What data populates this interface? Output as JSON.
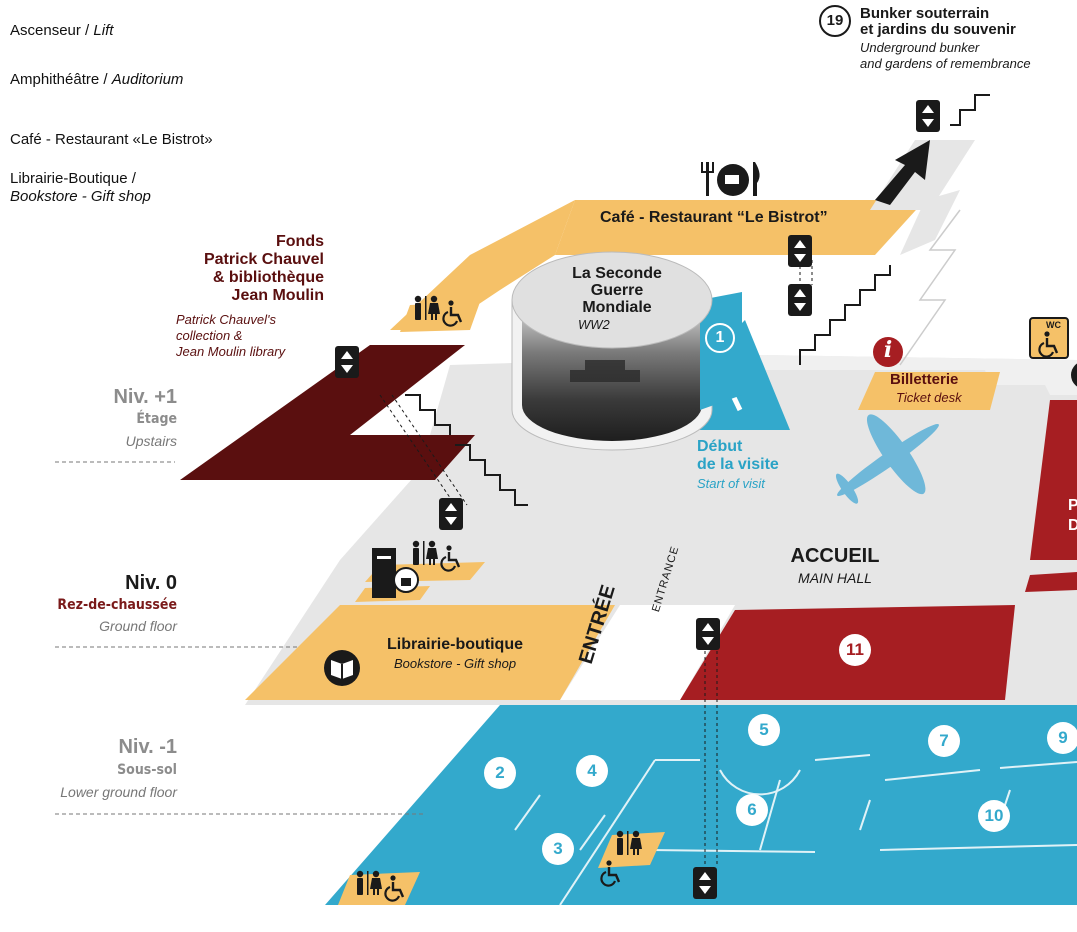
{
  "colors": {
    "orange": "#f5c168",
    "maroon": "#5a0f0f",
    "red": "#a61e22",
    "blue": "#33a9cc",
    "grey": "#e3e3e3",
    "black": "#1a1a1a"
  },
  "legend": {
    "lift_fr": "Ascenseur",
    "lift_sep": " / ",
    "lift_en": "Lift",
    "auditorium_fr": "Amphithéâtre",
    "auditorium_sep": " / ",
    "auditorium_en": "Auditorium",
    "cafe": "Café - Restaurant «Le Bistrot»",
    "shop_fr": "Librairie-Boutique /",
    "shop_en": "Bookstore - Gift shop"
  },
  "bunker": {
    "number": "19",
    "title_line1": "Bunker souterrain",
    "title_line2": "et jardins du souvenir",
    "en_line1": "Underground bunker",
    "en_line2": "and gardens of remembrance"
  },
  "cafe_label": "Café - Restaurant “Le Bistrot”",
  "fonds": {
    "line1": "Fonds",
    "line2": "Patrick Chauvel",
    "line3": "& bibliothèque",
    "line4": "Jean Moulin",
    "en1": "Patrick Chauvel's",
    "en2": "collection &",
    "en3": "Jean Moulin library"
  },
  "ww2": {
    "line1": "La Seconde",
    "line2": "Guerre",
    "line3": "Mondiale",
    "en": "WW2",
    "number": "1"
  },
  "start": {
    "line1": "Début",
    "line2": "de la visite",
    "en": "Start of visit"
  },
  "tickets": {
    "fr": "Billetterie",
    "en": "Ticket desk",
    "info_glyph": "i"
  },
  "wc_label": "WC",
  "accueil": {
    "fr": "ACCUEIL",
    "en": "MAIN HALL"
  },
  "entree": {
    "fr": "ENTRÉE",
    "en": "ENTRANCE"
  },
  "bookshop": {
    "fr": "Librairie-boutique",
    "en": "Bookstore - Gift shop"
  },
  "levels": [
    {
      "name": "Niv. +1",
      "fr": "Étage",
      "en": "Upstairs"
    },
    {
      "name": "Niv. 0",
      "fr": "Rez-de-chaussée",
      "en": "Ground floor"
    },
    {
      "name": "Niv. -1",
      "fr": "Sous-sol",
      "en": "Lower ground floor"
    }
  ],
  "red_partial_label": {
    "line1": "P",
    "line2": "D"
  },
  "rooms": [
    "2",
    "3",
    "4",
    "5",
    "6",
    "7",
    "9",
    "10",
    "11"
  ],
  "icons": [
    "lift-icon",
    "toilets-icon",
    "wheelchair-icon",
    "restaurant-icon",
    "locker-icon",
    "book-icon",
    "info-icon",
    "plane-icon",
    "stairs-icon",
    "arrow-icon"
  ]
}
